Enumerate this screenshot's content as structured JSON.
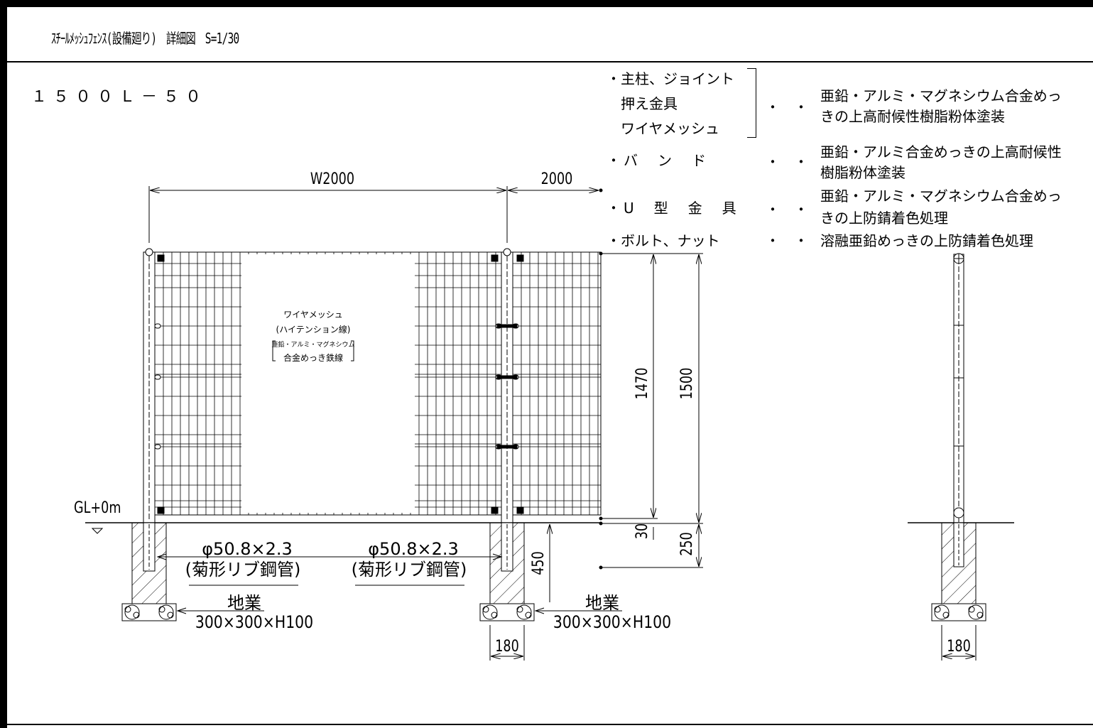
{
  "sheet": {
    "title": "ｽﾁｰﾙﾒｯｼｭﾌｪﾝｽ(設備廻り)　詳細図　S=1/30",
    "product_code": "１５００Ｌ－５０"
  },
  "specs": [
    {
      "parts": [
        "・主柱、ジョイント",
        "押え金具",
        "ワイヤメッシュ"
      ],
      "dots": "・　・",
      "finish": [
        "亜鉛・アルミ・マグネシウム合金めっ",
        "きの上高耐候性樹脂粉体塗装"
      ]
    },
    {
      "parts": [
        "・バ　ン　ド"
      ],
      "dots": "・　・",
      "finish": [
        "亜鉛・アルミ合金めっきの上高耐候性",
        "樹脂粉体塗装"
      ]
    },
    {
      "parts": [
        "・U　型　金　具"
      ],
      "dots": "・　・",
      "finish": [
        "亜鉛・アルミ・マグネシウム合金めっ",
        "きの上防錆着色処理"
      ]
    },
    {
      "parts": [
        "・ボルト、ナット"
      ],
      "dots": "・　・",
      "finish": [
        "溶融亜鉛めっきの上防錆着色処理"
      ]
    }
  ],
  "mesh_label": [
    "ワイヤメッシュ",
    "(ハイテンション線)",
    "亜鉛・アルミ・マグネシウム",
    "合金めっき鉄線"
  ],
  "dimensions": {
    "span": "W2000",
    "next_span": "2000",
    "mesh_height": "1470",
    "fence_height": "1500",
    "ground_gap": "30",
    "footing_top": "250",
    "embed_depth": "450",
    "footing_width": "180",
    "footing_width_side": "180"
  },
  "ground_level": "GL+0m",
  "posts": [
    {
      "size": "φ50.8×2.3",
      "type": "(菊形リブ鋼管)"
    },
    {
      "size": "φ50.8×2.3",
      "type": "(菊形リブ鋼管)"
    }
  ],
  "foundations": [
    {
      "label": "地業",
      "size": "300×300×H100"
    },
    {
      "label": "地業",
      "size": "300×300×H100"
    }
  ]
}
